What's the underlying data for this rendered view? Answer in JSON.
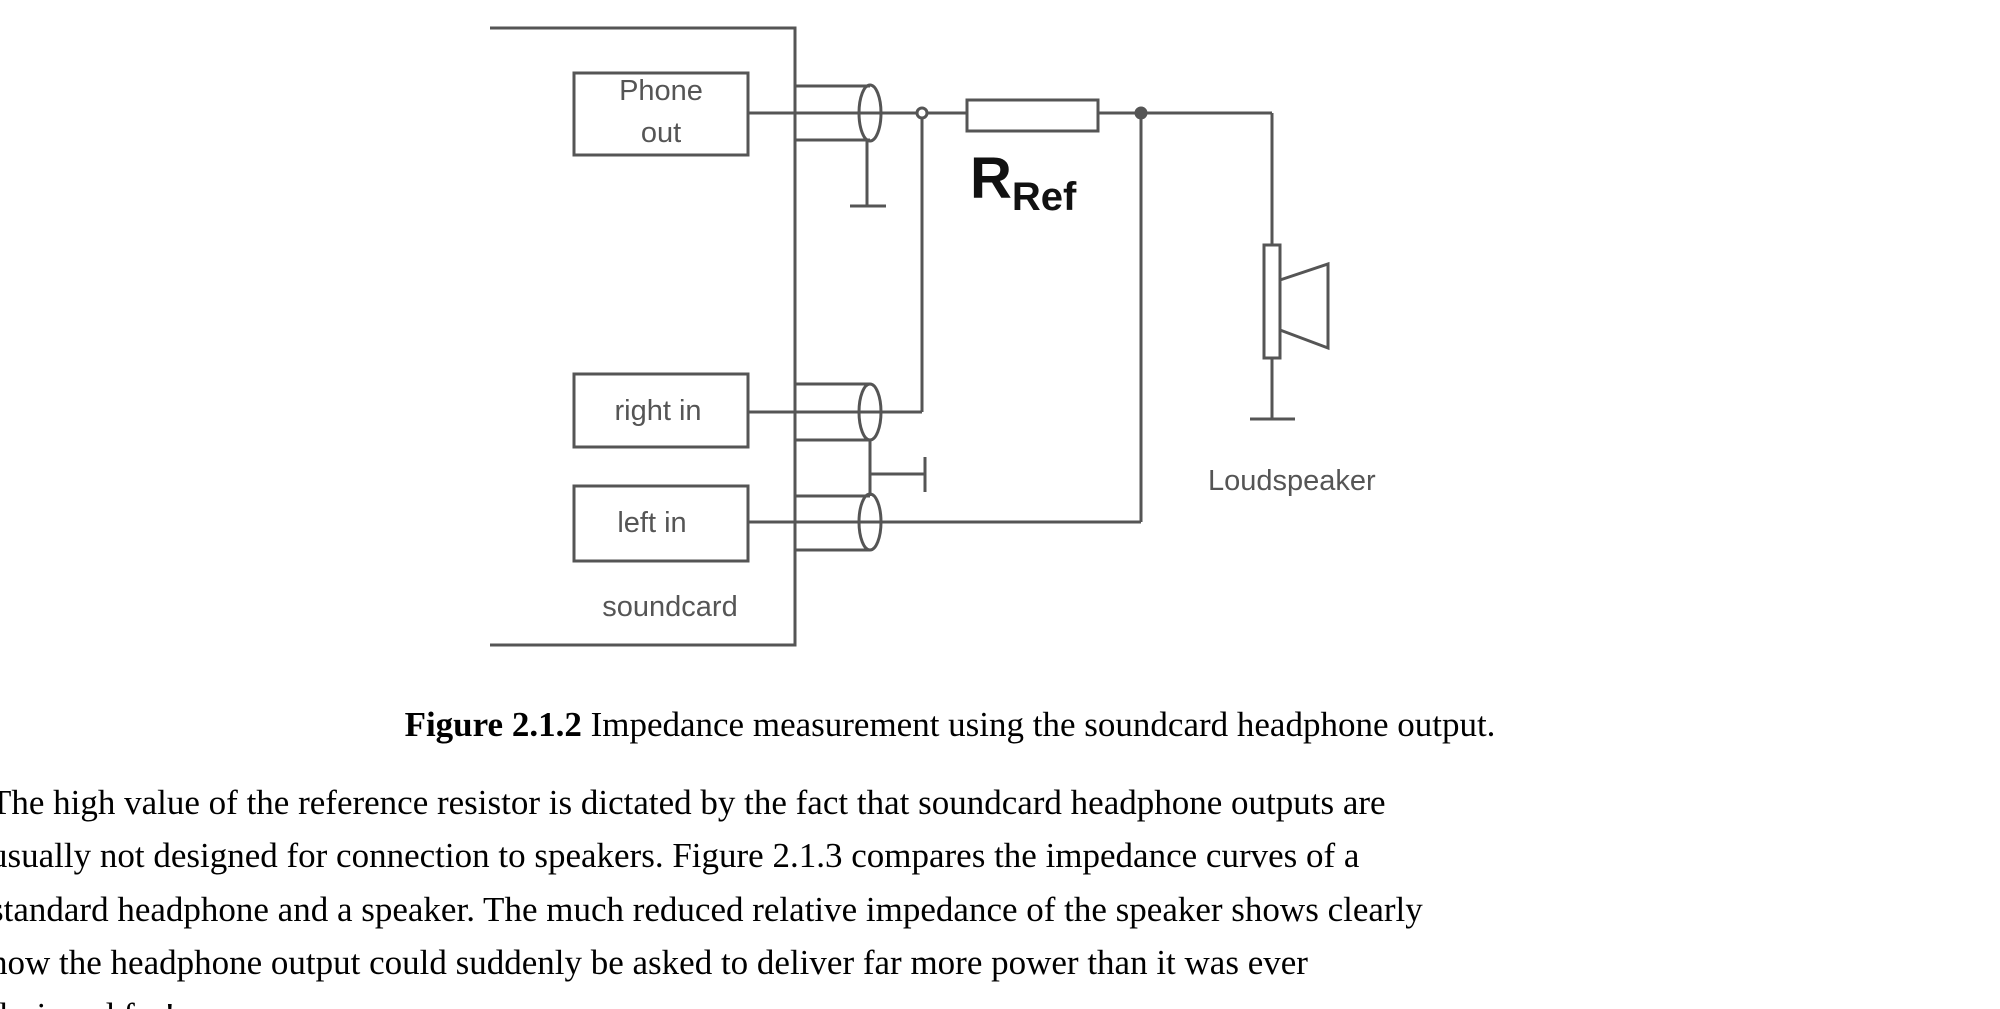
{
  "figure": {
    "labels": {
      "phone_out_line1": "Phone",
      "phone_out_line2": "out",
      "right_in": "right in",
      "left_in": "left in",
      "soundcard": "soundcard",
      "resistor_main": "R",
      "resistor_sub": "Ref",
      "loudspeaker": "Loudspeaker"
    },
    "caption_number": "Figure 2.1.2",
    "caption_text": " Impedance measurement using the soundcard headphone output."
  },
  "paragraph": {
    "lines": [
      "The high value of the reference resistor is dictated by the fact that soundcard headphone outputs are",
      "usually not designed for connection to speakers. Figure 2.1.3 compares the impedance curves of a",
      "standard headphone and a speaker. The much reduced relative impedance of the speaker shows clearly",
      "how the headphone output could suddenly be asked to deliver far more power than it was ever",
      "designed for!"
    ]
  }
}
